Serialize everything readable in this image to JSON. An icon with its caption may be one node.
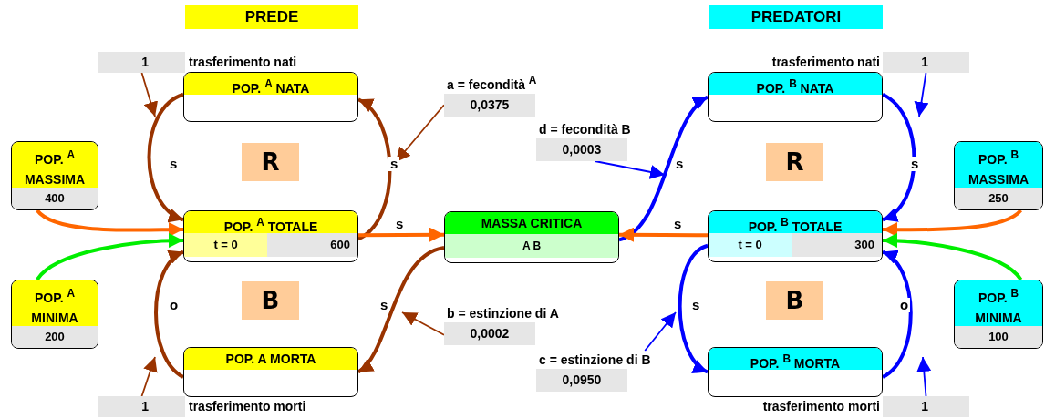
{
  "diagram": {
    "nodes": [
      {
        "text": [
          "POP. $^{A}$ NATA"
        ]
      },
      {
        "text": [
          "POP. $^{A}$ TOTALE",
          "t = 0",
          "600"
        ]
      },
      {
        "text": [
          "POP. A MORTA"
        ]
      },
      {
        "text": [
          "POP. $^{A}$ MASSIMA",
          "400"
        ]
      },
      {
        "text": [
          "POP. $^{A}$ MINIMA",
          "200"
        ]
      },
      {
        "text": [
          "MASSA CRITICA",
          "A B"
        ]
      },
      {
        "text": [
          "POP. $^{B}$ NATA"
        ]
      },
      {
        "text": [
          "POP. $^{B}$ TOTALE",
          "t = 0",
          "300"
        ]
      },
      {
        "text": [
          "POP. $^{B}$ MORTA"
        ]
      },
      {
        "text": [
          "POP. $^{B}$ MASSIMA",
          "250"
        ]
      },
      {
        "text": [
          "POP. $^{B}$ MINIMA",
          "100"
        ]
      },
      {
        "text": [
          "1"
        ],
        "beside": [
          "trasferimento nati"
        ]
      },
      {
        "text": [
          "1"
        ],
        "beside": [
          "trasferimento morti"
        ]
      },
      {
        "text": [
          "a = fecondità $^{A}$",
          "0,0375"
        ]
      },
      {
        "text": [
          "b = estinzione di A",
          "0,0002"
        ]
      },
      {
        "text": [
          "d = fecondità B",
          "0,0003"
        ]
      },
      {
        "text": [
          "c = estinzione di B",
          "0,0950"
        ]
      },
      {
        "text": [
          "1"
        ],
        "beside": [
          "trasferimento nati"
        ]
      },
      {
        "text": [
          "1"
        ],
        "beside": [
          "trasferimento morti"
        ]
      },
      {
        "text": [
          "R"
        ]
      },
      {
        "text": [
          "B"
        ]
      },
      {
        "text": [
          "R"
        ]
      },
      {
        "text": [
          "B"
        ]
      }
    ],
    "edges": [
      {
        "from": 0,
        "to": 1,
        "arrow": "to",
        "label": "s",
        "color": "#993300"
      },
      {
        "from": 1,
        "to": 0,
        "arrow": "to",
        "label": "s",
        "color": "#993300"
      },
      {
        "from": 2,
        "to": 1,
        "arrow": "to",
        "label": "o",
        "color": "#993300"
      },
      {
        "from": 5,
        "to": 2,
        "arrow": "to",
        "label": "s",
        "color": "#993300"
      },
      {
        "from": 1,
        "to": 5,
        "arrow": "to",
        "label": "s",
        "color": "#ff6600"
      },
      {
        "from": 3,
        "to": 1,
        "arrow": "to",
        "color": "#ff6600"
      },
      {
        "from": 4,
        "to": 1,
        "arrow": "to",
        "color": "#00ee00"
      },
      {
        "from": 5,
        "to": 6,
        "arrow": "to",
        "label": "s",
        "color": "#0000ff"
      },
      {
        "from": 6,
        "to": 7,
        "arrow": "to",
        "label": "s",
        "color": "#0000ff"
      },
      {
        "from": 7,
        "to": 8,
        "arrow": "to",
        "label": "s",
        "color": "#0000ff"
      },
      {
        "from": 8,
        "to": 7,
        "arrow": "to",
        "label": "o",
        "color": "#0000ff"
      },
      {
        "from": 7,
        "to": 5,
        "arrow": "to",
        "label": "s",
        "color": "#ff6600"
      },
      {
        "from": 9,
        "to": 7,
        "arrow": "to",
        "color": "#ff6600"
      },
      {
        "from": 10,
        "to": 7,
        "arrow": "to",
        "color": "#00ee00"
      },
      {
        "from": 11,
        "to": null,
        "arrow": "to",
        "color": "#993300"
      },
      {
        "from": 12,
        "to": null,
        "arrow": "to",
        "color": "#993300"
      },
      {
        "from": 13,
        "to": null,
        "arrow": "to",
        "color": "#993300"
      },
      {
        "from": 14,
        "to": null,
        "arrow": "to",
        "color": "#993300"
      },
      {
        "from": 15,
        "to": null,
        "arrow": "to",
        "color": "#0000ff"
      },
      {
        "from": 16,
        "to": null,
        "arrow": "to",
        "color": "#0000ff"
      },
      {
        "from": 17,
        "to": null,
        "arrow": "to",
        "color": "#0000ff"
      },
      {
        "from": 18,
        "to": null,
        "arrow": "to",
        "color": "#0000ff"
      }
    ],
    "labels": [
      "PREDE",
      "PREDATORI"
    ]
  }
}
